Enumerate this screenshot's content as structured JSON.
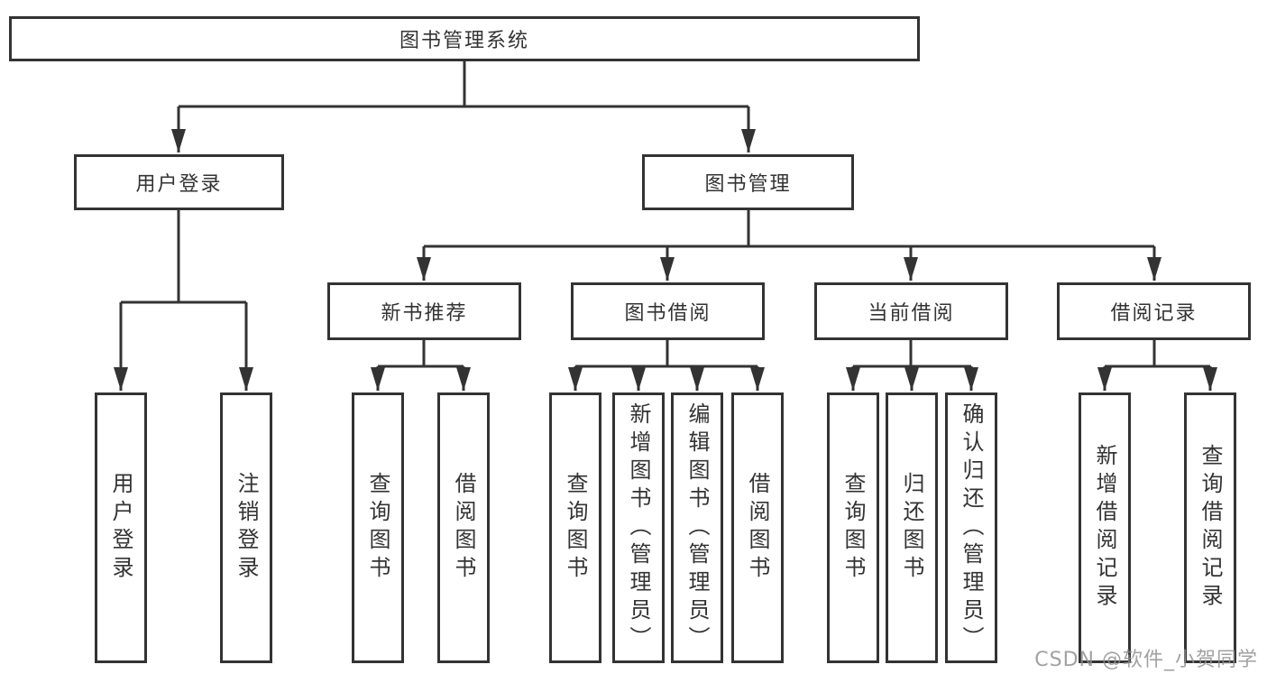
{
  "nodes": {
    "root": "图书管理系统",
    "user_login": "用户登录",
    "book_management": "图书管理",
    "new_book_recommend": "新书推荐",
    "book_borrowing": "图书借阅",
    "current_borrowing": "当前借阅",
    "borrowing_records": "借阅记录",
    "login_leaf": "用户登录",
    "logout_leaf": "注销登录",
    "nb_query_books": "查询图书",
    "nb_borrow_books": "借阅图书",
    "bb_query_books": "查询图书",
    "bb_add_books": "新增图书（管理员）",
    "bb_edit_books": "编辑图书（管理员）",
    "bb_borrow_books": "借阅图书",
    "cb_query_books": "查询图书",
    "cb_return_books": "归还图书",
    "cb_confirm_return": "确认归还（管理员）",
    "br_add_record": "新增借阅记录",
    "br_query_record": "查询借阅记录"
  },
  "watermark": "CSDN @软件_小贺同学",
  "colors": {
    "line": "#333333",
    "box_border": "#333333",
    "box_background": "#ffffff",
    "text": "#333333",
    "watermark": "#909090",
    "page_background": "#ffffff"
  }
}
